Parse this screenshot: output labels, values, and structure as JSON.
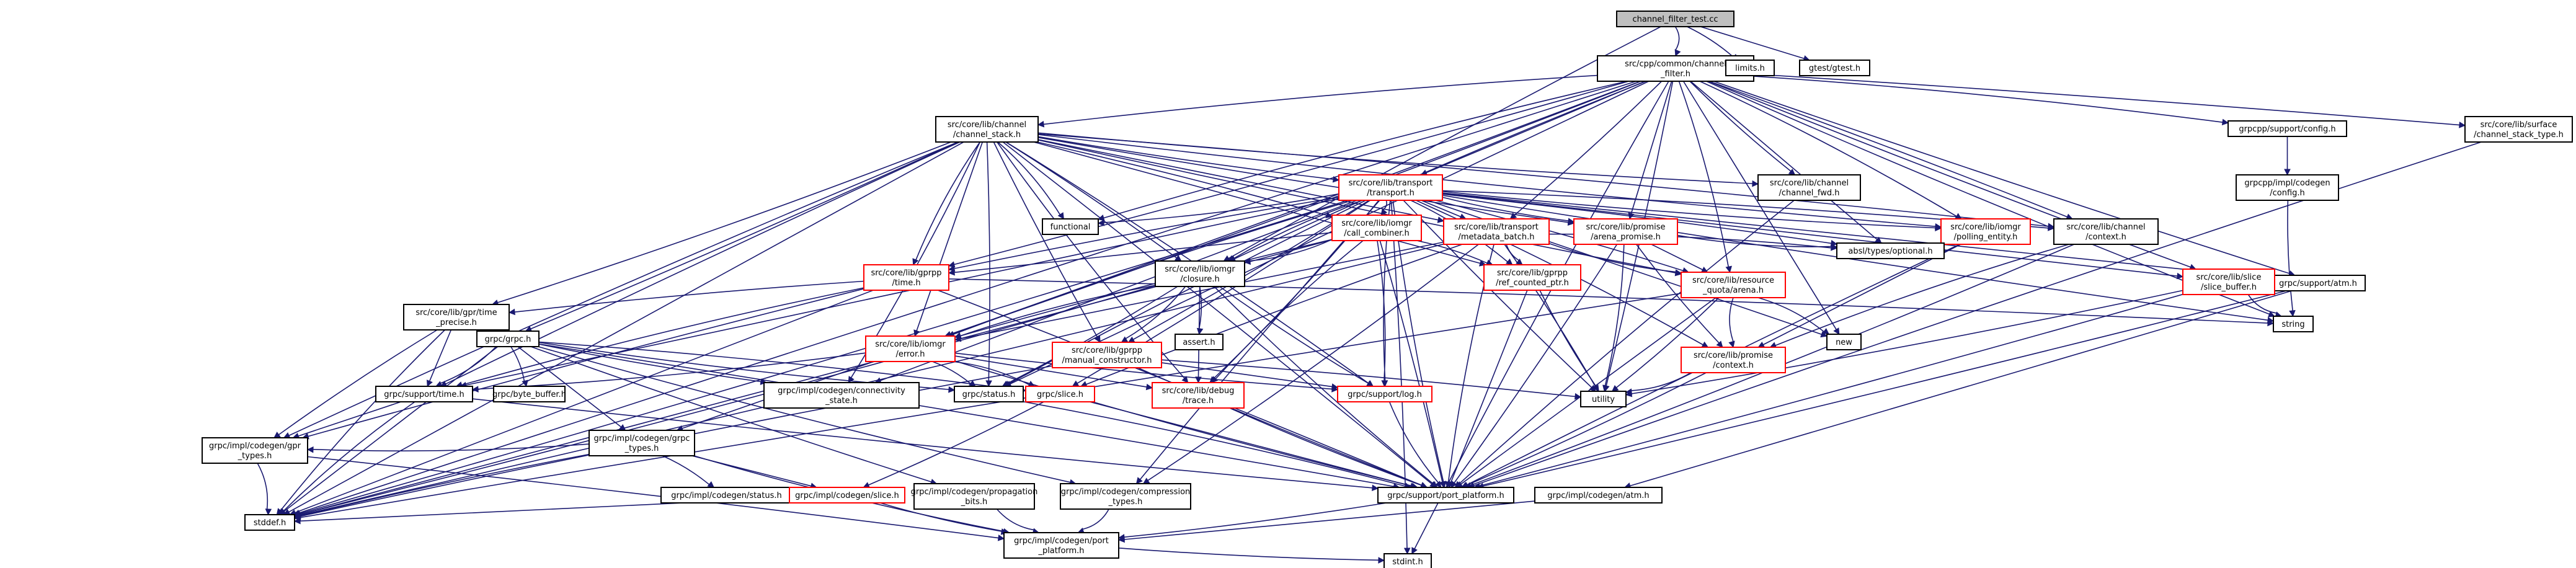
{
  "nodes": [
    {
      "id": "root",
      "lines": [
        "channel_filter_test.cc"
      ],
      "root": true
    },
    {
      "id": "cf",
      "lines": [
        "src/cpp/common/channel",
        "_filter.h"
      ]
    },
    {
      "id": "limits",
      "lines": [
        "limits.h"
      ]
    },
    {
      "id": "gtest",
      "lines": [
        "gtest/gtest.h"
      ]
    },
    {
      "id": "cstack",
      "lines": [
        "src/core/lib/channel",
        "/channel_stack.h"
      ]
    },
    {
      "id": "cfg",
      "lines": [
        "grpcpp/support/config.h"
      ]
    },
    {
      "id": "surf",
      "lines": [
        "src/core/lib/surface",
        "/channel_stack_type.h"
      ]
    },
    {
      "id": "transport",
      "lines": [
        "src/core/lib/transport",
        "/transport.h"
      ],
      "red": true
    },
    {
      "id": "cfwd",
      "lines": [
        "src/core/lib/channel",
        "/channel_fwd.h"
      ]
    },
    {
      "id": "implcfg",
      "lines": [
        "grpcpp/impl/codegen",
        "/config.h"
      ]
    },
    {
      "id": "functional",
      "lines": [
        "functional"
      ]
    },
    {
      "id": "callcomb",
      "lines": [
        "src/core/lib/iomgr",
        "/call_combiner.h"
      ],
      "red": true
    },
    {
      "id": "metabatch",
      "lines": [
        "src/core/lib/transport",
        "/metadata_batch.h"
      ],
      "red": true
    },
    {
      "id": "arenap",
      "lines": [
        "src/core/lib/promise",
        "/arena_promise.h"
      ],
      "red": true
    },
    {
      "id": "polling",
      "lines": [
        "src/core/lib/iomgr",
        "/polling_entity.h"
      ],
      "red": true
    },
    {
      "id": "ctx",
      "lines": [
        "src/core/lib/channel",
        "/context.h"
      ]
    },
    {
      "id": "absl",
      "lines": [
        "absl/types/optional.h"
      ]
    },
    {
      "id": "atm",
      "lines": [
        "grpc/support/atm.h"
      ]
    },
    {
      "id": "gtime",
      "lines": [
        "src/core/lib/gprpp",
        "/time.h"
      ],
      "red": true
    },
    {
      "id": "closure",
      "lines": [
        "src/core/lib/iomgr",
        "/closure.h"
      ]
    },
    {
      "id": "refptr",
      "lines": [
        "src/core/lib/gprpp",
        "/ref_counted_ptr.h"
      ],
      "red": true
    },
    {
      "id": "arena",
      "lines": [
        "src/core/lib/resource",
        "_quota/arena.h"
      ],
      "red": true
    },
    {
      "id": "slicebuf",
      "lines": [
        "src/core/lib/slice",
        "/slice_buffer.h"
      ],
      "red": true
    },
    {
      "id": "string",
      "lines": [
        "string"
      ]
    },
    {
      "id": "tprecise",
      "lines": [
        "src/core/lib/gpr/time",
        "_precise.h"
      ]
    },
    {
      "id": "grpch",
      "lines": [
        "grpc/grpc.h"
      ]
    },
    {
      "id": "error",
      "lines": [
        "src/core/lib/iomgr",
        "/error.h"
      ],
      "red": true
    },
    {
      "id": "assert",
      "lines": [
        "assert.h"
      ]
    },
    {
      "id": "manual",
      "lines": [
        "src/core/lib/gprpp",
        "/manual_constructor.h"
      ],
      "red": true
    },
    {
      "id": "new",
      "lines": [
        "new"
      ]
    },
    {
      "id": "pctx",
      "lines": [
        "src/core/lib/promise",
        "/context.h"
      ],
      "red": true
    },
    {
      "id": "stime",
      "lines": [
        "grpc/support/time.h"
      ]
    },
    {
      "id": "bytebuf",
      "lines": [
        "grpc/byte_buffer.h"
      ]
    },
    {
      "id": "conn",
      "lines": [
        "grpc/impl/codegen/connectivity",
        "_state.h"
      ]
    },
    {
      "id": "status",
      "lines": [
        "grpc/status.h"
      ]
    },
    {
      "id": "slice",
      "lines": [
        "grpc/slice.h"
      ],
      "red": true
    },
    {
      "id": "trace",
      "lines": [
        "src/core/lib/debug",
        "/trace.h"
      ],
      "red": true
    },
    {
      "id": "log",
      "lines": [
        "grpc/support/log.h"
      ],
      "red": true
    },
    {
      "id": "utility",
      "lines": [
        "utility"
      ]
    },
    {
      "id": "gtypes",
      "lines": [
        "grpc/impl/codegen/grpc",
        "_types.h"
      ]
    },
    {
      "id": "gprtypes",
      "lines": [
        "grpc/impl/codegen/gpr",
        "_types.h"
      ]
    },
    {
      "id": "cstatus",
      "lines": [
        "grpc/impl/codegen/status.h"
      ]
    },
    {
      "id": "cslice",
      "lines": [
        "grpc/impl/codegen/slice.h"
      ],
      "red": true
    },
    {
      "id": "prop",
      "lines": [
        "grpc/impl/codegen/propagation",
        "_bits.h"
      ]
    },
    {
      "id": "comp",
      "lines": [
        "grpc/impl/codegen/compression",
        "_types.h"
      ]
    },
    {
      "id": "platform",
      "lines": [
        "grpc/support/port_platform.h"
      ]
    },
    {
      "id": "catm",
      "lines": [
        "grpc/impl/codegen/atm.h"
      ]
    },
    {
      "id": "stddef",
      "lines": [
        "stddef.h"
      ]
    },
    {
      "id": "cplatform",
      "lines": [
        "grpc/impl/codegen/port",
        "_platform.h"
      ]
    },
    {
      "id": "stdint",
      "lines": [
        "stdint.h"
      ]
    }
  ],
  "edges": [
    [
      "root",
      "cf"
    ],
    [
      "root",
      "limits"
    ],
    [
      "root",
      "gtest"
    ],
    [
      "root",
      "closure"
    ],
    [
      "cf",
      "cstack"
    ],
    [
      "cf",
      "cfg"
    ],
    [
      "cf",
      "surf"
    ],
    [
      "cf",
      "transport"
    ],
    [
      "cf",
      "cfwd"
    ],
    [
      "cf",
      "functional"
    ],
    [
      "cf",
      "polling"
    ],
    [
      "cf",
      "ctx"
    ],
    [
      "cf",
      "absl"
    ],
    [
      "cf",
      "atm"
    ],
    [
      "cf",
      "closure"
    ],
    [
      "cf",
      "error"
    ],
    [
      "cf",
      "metabatch"
    ],
    [
      "cf",
      "arenap"
    ],
    [
      "cf",
      "slicebuf"
    ],
    [
      "cf",
      "string"
    ],
    [
      "cf",
      "arena"
    ],
    [
      "cf",
      "utility"
    ],
    [
      "cf",
      "new"
    ],
    [
      "cf",
      "stddef"
    ],
    [
      "cf",
      "stdint"
    ],
    [
      "cf",
      "gtypes"
    ],
    [
      "cf",
      "gtime"
    ],
    [
      "cf",
      "status"
    ],
    [
      "cstack",
      "transport"
    ],
    [
      "cstack",
      "cfwd"
    ],
    [
      "cstack",
      "functional"
    ],
    [
      "cstack",
      "callcomb"
    ],
    [
      "cstack",
      "metabatch"
    ],
    [
      "cstack",
      "arenap"
    ],
    [
      "cstack",
      "polling"
    ],
    [
      "cstack",
      "ctx"
    ],
    [
      "cstack",
      "closure"
    ],
    [
      "cstack",
      "refptr"
    ],
    [
      "cstack",
      "arena"
    ],
    [
      "cstack",
      "gtime"
    ],
    [
      "cstack",
      "tprecise"
    ],
    [
      "cstack",
      "grpch"
    ],
    [
      "cstack",
      "error"
    ],
    [
      "cstack",
      "manual"
    ],
    [
      "cstack",
      "trace"
    ],
    [
      "cstack",
      "log"
    ],
    [
      "cstack",
      "platform"
    ],
    [
      "cstack",
      "stddef"
    ],
    [
      "cstack",
      "stime"
    ],
    [
      "cstack",
      "gprtypes"
    ],
    [
      "cstack",
      "conn"
    ],
    [
      "cstack",
      "status"
    ],
    [
      "cfg",
      "implcfg"
    ],
    [
      "implcfg",
      "string"
    ],
    [
      "surf",
      "platform"
    ],
    [
      "transport",
      "functional"
    ],
    [
      "transport",
      "callcomb"
    ],
    [
      "transport",
      "metabatch"
    ],
    [
      "transport",
      "arenap"
    ],
    [
      "transport",
      "polling"
    ],
    [
      "transport",
      "ctx"
    ],
    [
      "transport",
      "absl"
    ],
    [
      "transport",
      "atm"
    ],
    [
      "transport",
      "gtime"
    ],
    [
      "transport",
      "closure"
    ],
    [
      "transport",
      "refptr"
    ],
    [
      "transport",
      "arena"
    ],
    [
      "transport",
      "slicebuf"
    ],
    [
      "transport",
      "string"
    ],
    [
      "transport",
      "error"
    ],
    [
      "transport",
      "pctx"
    ],
    [
      "transport",
      "manual"
    ],
    [
      "transport",
      "new"
    ],
    [
      "transport",
      "utility"
    ],
    [
      "transport",
      "log"
    ],
    [
      "transport",
      "trace"
    ],
    [
      "transport",
      "slice"
    ],
    [
      "transport",
      "conn"
    ],
    [
      "transport",
      "status"
    ],
    [
      "transport",
      "platform"
    ],
    [
      "transport",
      "stddef"
    ],
    [
      "transport",
      "stdint"
    ],
    [
      "transport",
      "stime"
    ],
    [
      "transport",
      "comp"
    ],
    [
      "cfwd",
      "platform"
    ],
    [
      "callcomb",
      "closure"
    ],
    [
      "callcomb",
      "refptr"
    ],
    [
      "callcomb",
      "gtime"
    ],
    [
      "callcomb",
      "error"
    ],
    [
      "callcomb",
      "trace"
    ],
    [
      "callcomb",
      "log"
    ],
    [
      "callcomb",
      "platform"
    ],
    [
      "callcomb",
      "stddef"
    ],
    [
      "metabatch",
      "refptr"
    ],
    [
      "metabatch",
      "arena"
    ],
    [
      "metabatch",
      "absl"
    ],
    [
      "metabatch",
      "utility"
    ],
    [
      "metabatch",
      "error"
    ],
    [
      "metabatch",
      "slice"
    ],
    [
      "metabatch",
      "platform"
    ],
    [
      "metabatch",
      "comp"
    ],
    [
      "metabatch",
      "stddef"
    ],
    [
      "arenap",
      "arena"
    ],
    [
      "arenap",
      "pctx"
    ],
    [
      "arenap",
      "absl"
    ],
    [
      "arenap",
      "utility"
    ],
    [
      "arenap",
      "platform"
    ],
    [
      "polling",
      "pctx"
    ],
    [
      "polling",
      "platform"
    ],
    [
      "ctx",
      "pctx"
    ],
    [
      "ctx",
      "platform"
    ],
    [
      "atm",
      "platform"
    ],
    [
      "atm",
      "catm"
    ],
    [
      "gtime",
      "tprecise"
    ],
    [
      "gtime",
      "stime"
    ],
    [
      "gtime",
      "string"
    ],
    [
      "gtime",
      "platform"
    ],
    [
      "gtime",
      "stddef"
    ],
    [
      "gtime",
      "gprtypes"
    ],
    [
      "closure",
      "error"
    ],
    [
      "closure",
      "manual"
    ],
    [
      "closure",
      "assert"
    ],
    [
      "closure",
      "trace"
    ],
    [
      "closure",
      "log"
    ],
    [
      "closure",
      "platform"
    ],
    [
      "closure",
      "stddef"
    ],
    [
      "closure",
      "status"
    ],
    [
      "refptr",
      "platform"
    ],
    [
      "refptr",
      "utility"
    ],
    [
      "arena",
      "pctx"
    ],
    [
      "arena",
      "new"
    ],
    [
      "arena",
      "utility"
    ],
    [
      "arena",
      "platform"
    ],
    [
      "arena",
      "stddef"
    ],
    [
      "slicebuf",
      "string"
    ],
    [
      "slicebuf",
      "utility"
    ],
    [
      "slicebuf",
      "platform"
    ],
    [
      "tprecise",
      "stime"
    ],
    [
      "tprecise",
      "gprtypes"
    ],
    [
      "tprecise",
      "stddef"
    ],
    [
      "grpch",
      "stime"
    ],
    [
      "grpch",
      "bytebuf"
    ],
    [
      "grpch",
      "gtypes"
    ],
    [
      "grpch",
      "conn"
    ],
    [
      "grpch",
      "status"
    ],
    [
      "grpch",
      "slice"
    ],
    [
      "grpch",
      "platform"
    ],
    [
      "grpch",
      "stddef"
    ],
    [
      "grpch",
      "prop"
    ],
    [
      "grpch",
      "comp"
    ],
    [
      "error",
      "slice"
    ],
    [
      "error",
      "status"
    ],
    [
      "error",
      "trace"
    ],
    [
      "error",
      "log"
    ],
    [
      "error",
      "platform"
    ],
    [
      "error",
      "stime"
    ],
    [
      "manual",
      "utility"
    ],
    [
      "manual",
      "log"
    ],
    [
      "manual",
      "platform"
    ],
    [
      "manual",
      "stddef"
    ],
    [
      "pctx",
      "utility"
    ],
    [
      "pctx",
      "platform"
    ],
    [
      "stime",
      "gprtypes"
    ],
    [
      "stime",
      "platform"
    ],
    [
      "stime",
      "stddef"
    ],
    [
      "status",
      "platform"
    ],
    [
      "slice",
      "cslice"
    ],
    [
      "slice",
      "platform"
    ],
    [
      "trace",
      "platform"
    ],
    [
      "log",
      "platform"
    ],
    [
      "gtypes",
      "gprtypes"
    ],
    [
      "gtypes",
      "cstatus"
    ],
    [
      "gtypes",
      "cslice"
    ],
    [
      "gtypes",
      "stddef"
    ],
    [
      "gtypes",
      "cplatform"
    ],
    [
      "gprtypes",
      "stddef"
    ],
    [
      "gprtypes",
      "cplatform"
    ],
    [
      "cslice",
      "stddef"
    ],
    [
      "cslice",
      "cplatform"
    ],
    [
      "prop",
      "cplatform"
    ],
    [
      "comp",
      "cplatform"
    ],
    [
      "platform",
      "cplatform"
    ],
    [
      "catm",
      "cplatform"
    ],
    [
      "cplatform",
      "stdint"
    ]
  ]
}
